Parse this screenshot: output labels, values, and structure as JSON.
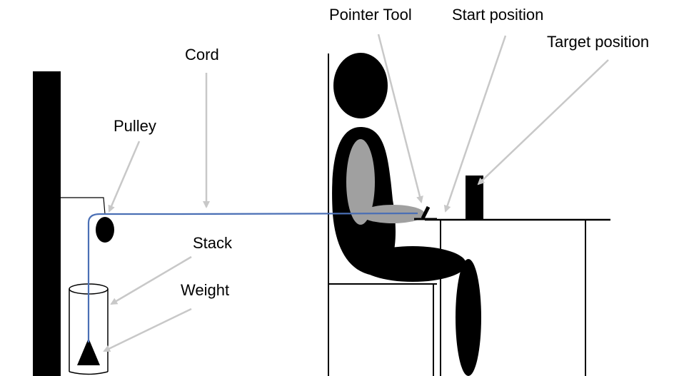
{
  "labels": {
    "pointer_tool": "Pointer Tool",
    "start_position": "Start position",
    "target_position": "Target position",
    "cord": "Cord",
    "pulley": "Pulley",
    "stack": "Stack",
    "weight": "Weight"
  },
  "colors": {
    "cord": "#4a6fb5",
    "arrow": "#c8c8c8",
    "ink": "#000000",
    "limb_gray": "#a0a0a0"
  }
}
